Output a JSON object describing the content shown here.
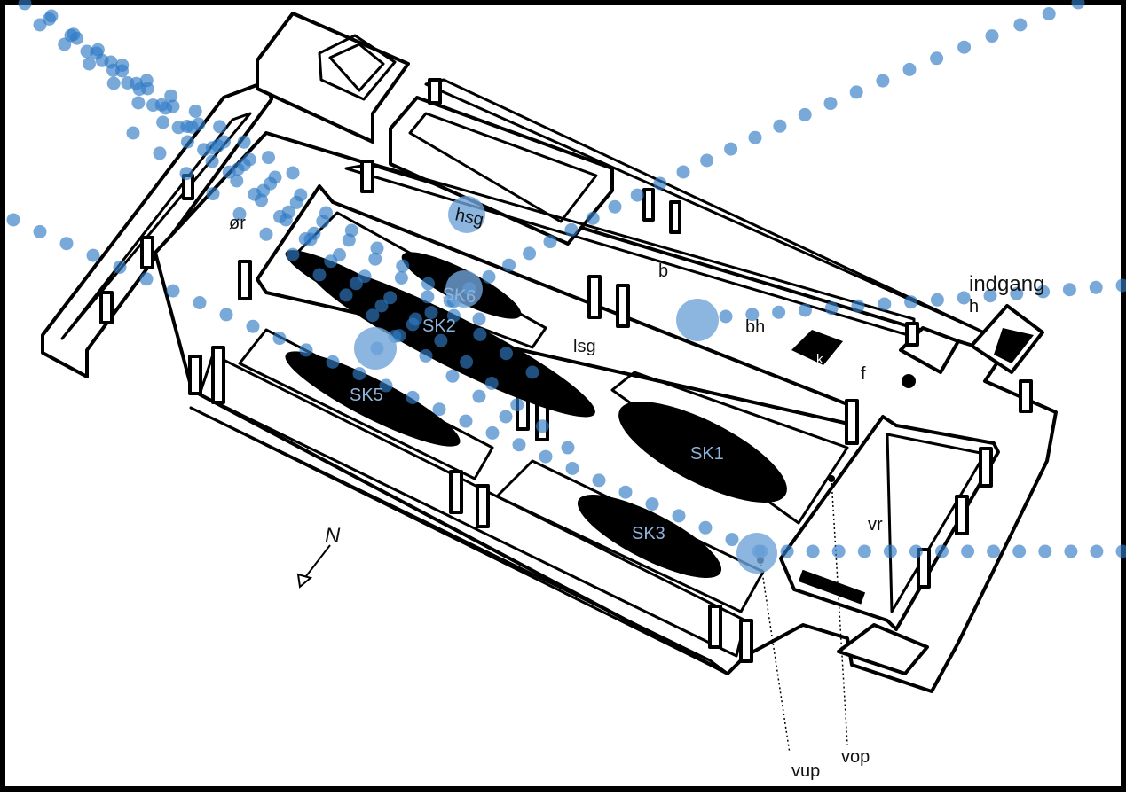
{
  "labels": {
    "oer": "ør",
    "hsg": "hsg",
    "b": "b",
    "indgang": "indgang",
    "h": "h",
    "bh": "bh",
    "lsg": "lsg",
    "k": "k",
    "f": "f",
    "vr": "vr",
    "vup": "vup",
    "vop": "vop",
    "north": "N"
  },
  "ships": [
    "SK6",
    "SK2",
    "SK5",
    "SK1",
    "SK3"
  ],
  "colors": {
    "dot": "#2f7bc4",
    "dot_big": "#6fa4d8",
    "ship_label": "#8fb3dc",
    "outline": "#000000",
    "frame": "#000000"
  }
}
